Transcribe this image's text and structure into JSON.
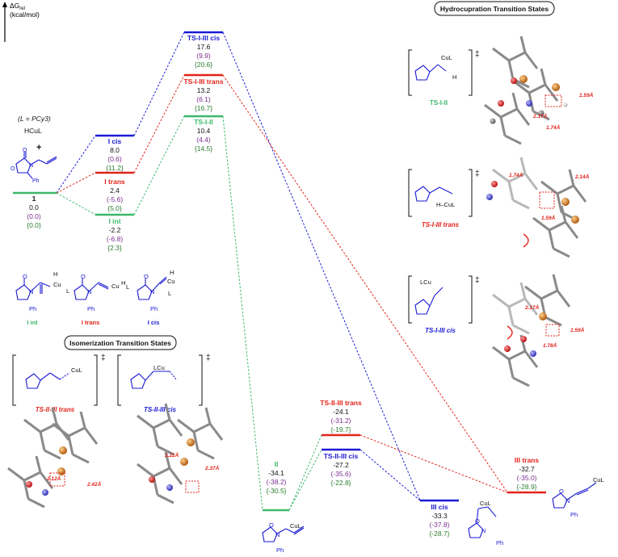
{
  "axis": {
    "label_main": "ΔG",
    "label_sub": "rel",
    "units": "(kcal/mol)"
  },
  "annotations": {
    "ligand_note": "(L = PCy3)",
    "reagent": "HCuL",
    "plus": "+",
    "hydrocupration_title": "Hydrocupration Transition States",
    "isomerization_title": "Isomerization Transition States"
  },
  "colors": {
    "green": "#3cb86a",
    "red": "#e2231a",
    "blue": "#1a1ad4",
    "purple": "#7b2d8e",
    "darkgreen": "#2e7d32",
    "black": "#111111"
  },
  "states": [
    {
      "id": "s1",
      "label": "1",
      "color": "black",
      "values": [
        "0.0",
        "(0.0)",
        "{0.0}"
      ]
    },
    {
      "id": "icis",
      "label": "I cis",
      "color": "blue",
      "values": [
        "8.0",
        "(0.6)",
        "{11.2}"
      ]
    },
    {
      "id": "itrans",
      "label": "I trans",
      "color": "red",
      "values": [
        "2.4",
        "(-5.6)",
        "{5.0}"
      ]
    },
    {
      "id": "iint",
      "label": "I int",
      "color": "green",
      "values": [
        "-2.2",
        "(-6.8)",
        "{2.3}"
      ]
    },
    {
      "id": "ts13cis",
      "label": "TS-I-III cis",
      "color": "blue",
      "values": [
        "17.6",
        "(9.9)",
        "{20.6}"
      ]
    },
    {
      "id": "ts13trans",
      "label": "TS-I-III trans",
      "color": "red",
      "values": [
        "13.2",
        "(6.1)",
        "{16.7}"
      ]
    },
    {
      "id": "ts12",
      "label": "TS-I-II",
      "color": "green",
      "values": [
        "10.4",
        "(4.4)",
        "{14.5}"
      ]
    },
    {
      "id": "ii",
      "label": "II",
      "color": "green",
      "values": [
        "-34.1",
        "(-38.2)",
        "{-30.5}"
      ]
    },
    {
      "id": "ts23trans",
      "label": "TS-II-III trans",
      "color": "red",
      "values": [
        "-24.1",
        "(-31.2)",
        "{-19.7}"
      ]
    },
    {
      "id": "ts23cis",
      "label": "TS-II-III cis",
      "color": "blue",
      "values": [
        "-27.2",
        "(-35.6)",
        "{-22.8}"
      ]
    },
    {
      "id": "iiicis",
      "label": "III cis",
      "color": "blue",
      "values": [
        "-33.3",
        "(-37.8)",
        "{-28.7}"
      ]
    },
    {
      "id": "iiitrans",
      "label": "III trans",
      "color": "red",
      "values": [
        "-32.7",
        "(-35.0)",
        "{-28.9}"
      ]
    }
  ],
  "structure_labels": {
    "i_int": "I int",
    "i_trans": "I trans",
    "i_cis": "I cis",
    "ts12": "TS-I-II",
    "ts13trans": "TS-I-III trans",
    "ts13cis": "TS-I-III cis",
    "ts23trans": "TS-II-III trans",
    "ts23cis": "TS-II-III cis"
  },
  "chem_text": {
    "cu": "Cu",
    "cul": "CuL",
    "lcu": "LCu",
    "h": "H",
    "l": "L",
    "o": "O",
    "n": "N",
    "ph": "Ph",
    "hcul": "H–CuL",
    "dagger": "‡"
  },
  "distances": {
    "ts12": [
      "2.17Å",
      "1.74Å",
      "1.59Å"
    ],
    "ts13trans": [
      "1.74Å",
      "2.14Å",
      "1.59Å"
    ],
    "ts13cis": [
      "2.17Å",
      "1.59Å",
      "1.78Å"
    ],
    "ts23trans": [
      "2.12Å",
      "2.42Å"
    ],
    "ts23cis": [
      "2.22Å",
      "2.37Å"
    ]
  }
}
